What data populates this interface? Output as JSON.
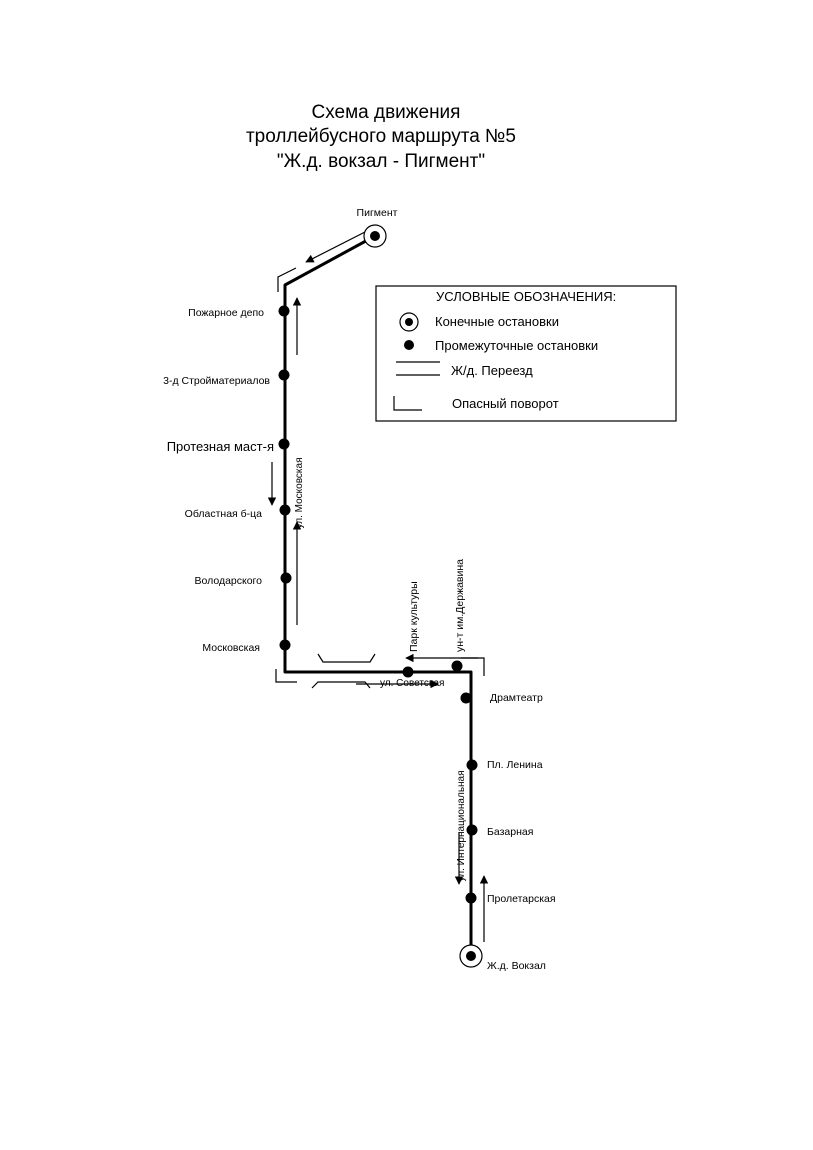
{
  "title": {
    "line1": "Схема движения",
    "line2": "троллейбусного маршрута №5",
    "line3": "\"Ж.д. вокзал - Пигмент\""
  },
  "stops": {
    "pigment": "Пигмент",
    "pozharnoe_depo": "Пожарное депо",
    "stroymaterialov": "3-д Стройматериалов",
    "proteznaya": "Протезная маст-я",
    "oblastnaya": "Областная б-ца",
    "volodarskogo": "Володарского",
    "moskovskaya": "Московская",
    "park_kultury": "Парк культуры",
    "un_t_derzhavina": "ун-т им.Державина",
    "dramteatr": "Драмтеатр",
    "pl_lenina": "Пл. Ленина",
    "bazarnaya": "Базарная",
    "proletarskaya": "Пролетарская",
    "zhd_vokzal": "Ж.д. Вокзал"
  },
  "streets": {
    "moskovskaya": "ул. Московская",
    "sovetskaya": "ул. Советская",
    "internatsionalnaya": "ул. Интернациональная"
  },
  "legend": {
    "title": "УСЛОВНЫЕ ОБОЗНАЧЕНИЯ:",
    "terminal": "Конечные остановки",
    "intermediate": "Промежуточные остановки",
    "railway": "Ж/д. Переезд",
    "danger": "Опасный поворот"
  }
}
